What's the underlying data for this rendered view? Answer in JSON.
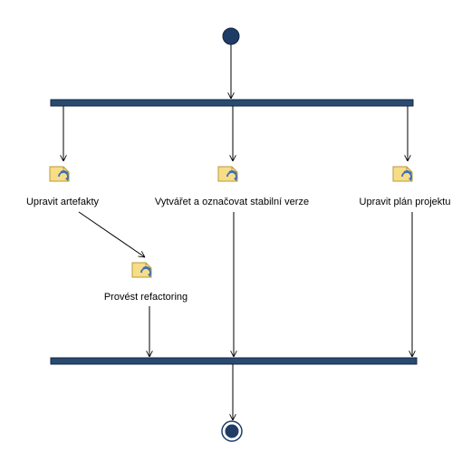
{
  "diagram": {
    "type": "activity",
    "activities": [
      {
        "id": "a1",
        "label": "Upravit artefakty",
        "icon": "activity-icon"
      },
      {
        "id": "a2",
        "label": "Vytvářet a označovat stabilní verze",
        "icon": "activity-icon"
      },
      {
        "id": "a3",
        "label": "Upravit plán projektu",
        "icon": "activity-icon"
      },
      {
        "id": "a4",
        "label": "Provést refactoring",
        "icon": "activity-icon"
      }
    ],
    "colors": {
      "bar": "#2a4a72",
      "bar_border": "#0f2640",
      "node_fill": "#1e3c66",
      "icon_doc": "#f7dd88",
      "icon_doc_border": "#b89a3c",
      "icon_cycle": "#3a6fb8"
    }
  }
}
